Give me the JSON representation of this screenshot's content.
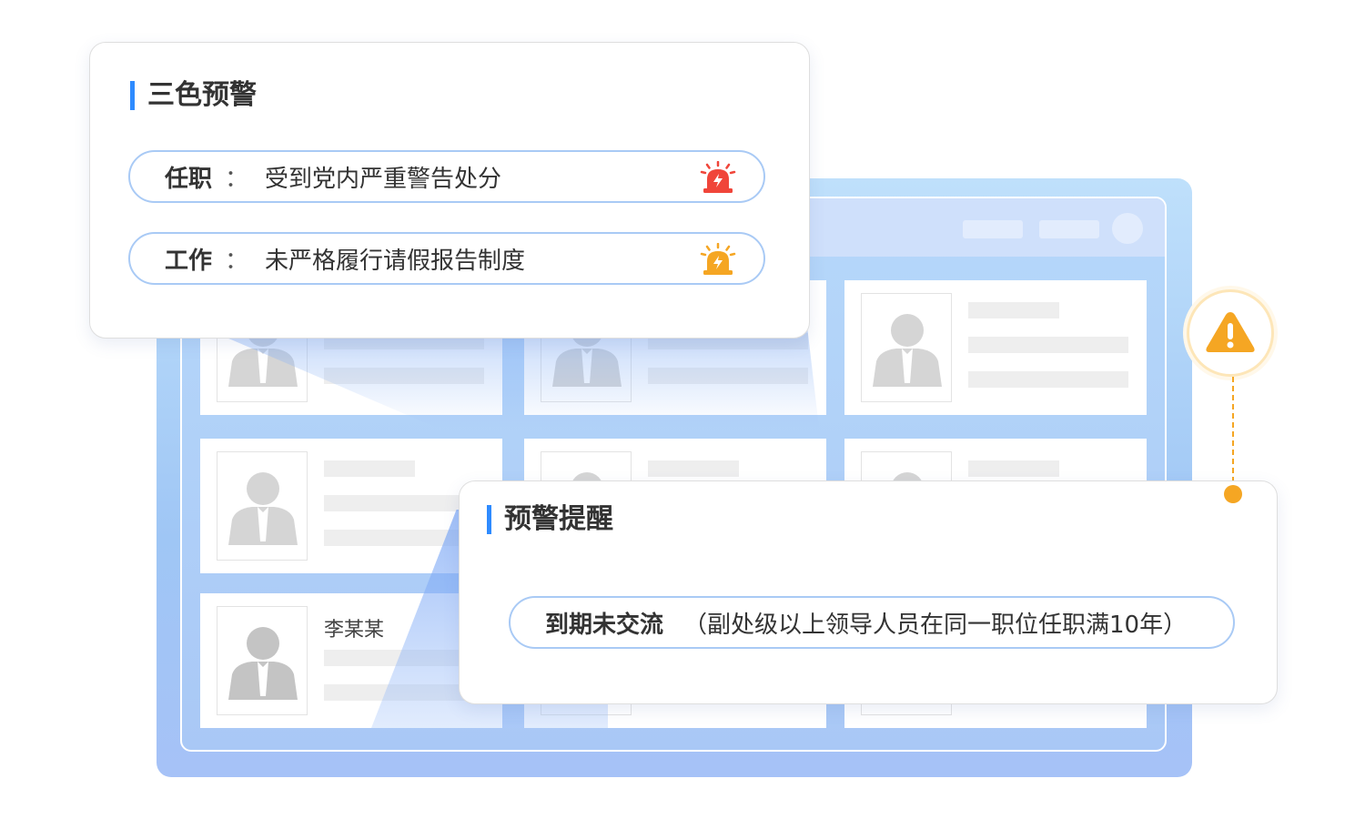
{
  "warning_panel": {
    "title": "三色预警",
    "items": [
      {
        "key": "任职",
        "colon": "：",
        "text": "受到党内严重警告处分",
        "alarm_icon": "red-alarm-icon",
        "color": "#f0453a"
      },
      {
        "key": "工作",
        "colon": "：",
        "text": "未严格履行请假报告制度",
        "alarm_icon": "orange-alarm-icon",
        "color": "#f5a623"
      }
    ]
  },
  "reminder_panel": {
    "title": "预警提醒",
    "item": {
      "key": "到期未交流",
      "text": "（副处级以上领导人员在同一职位任职满10年）"
    }
  },
  "profile_cards": {
    "visible_name": "李某某"
  },
  "colors": {
    "accent": "#2e8bff",
    "pill_border": "#a9caf5",
    "warning": "#f5a623",
    "danger": "#f0453a"
  }
}
